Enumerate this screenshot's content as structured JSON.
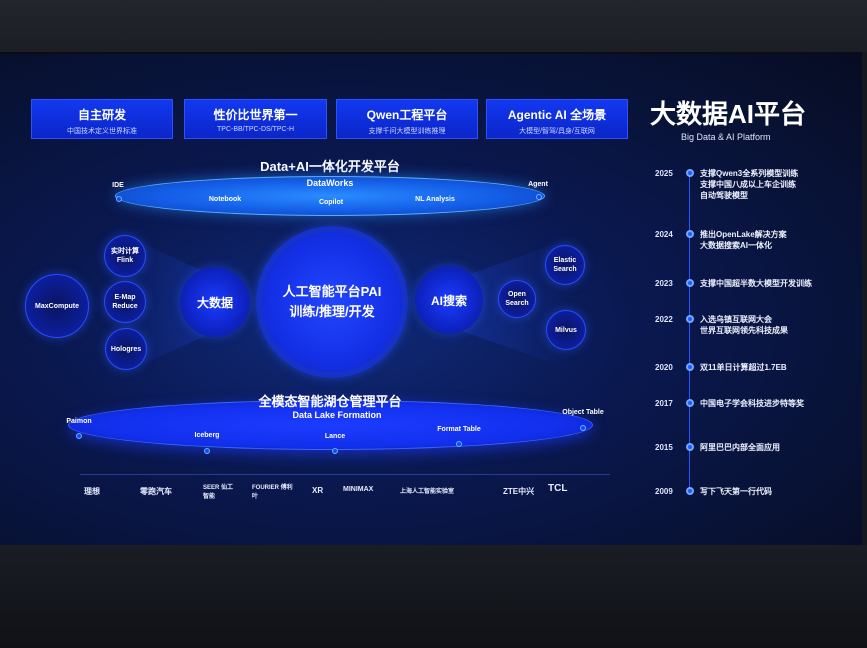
{
  "top_boxes": [
    {
      "title": "自主研发",
      "sub": "中国技术定义世界标准"
    },
    {
      "title": "性价比世界第一",
      "sub": "TPC-BB/TPC-DS/TPC-H"
    },
    {
      "title": "Qwen工程平台",
      "sub": "支撑千问大模型训练推理"
    },
    {
      "title": "Agentic AI 全场景",
      "sub": "大模型/智驾/具身/互联网"
    }
  ],
  "dev_platform": {
    "title": "Data+AI一体化开发平台",
    "name": "DataWorks",
    "items": [
      "IDE",
      "Notebook",
      "Copilot",
      "NL Analysis",
      "Agent"
    ]
  },
  "center": {
    "line1": "人工智能平台PAI",
    "line2": "训练/推理/开发"
  },
  "bigdata": {
    "label": "大数据",
    "items": [
      "MaxCompute",
      "实时计算 Flink",
      "E-Map Reduce",
      "Hologres"
    ]
  },
  "search": {
    "label": "AI搜索",
    "items": [
      "Elastic Search",
      "Open Search",
      "Milvus"
    ]
  },
  "lake": {
    "title": "全模态智能湖仓管理平台",
    "name": "Data Lake Formation",
    "items": [
      "Paimon",
      "Iceberg",
      "Lance",
      "Format Table",
      "Object Table"
    ]
  },
  "logos": [
    "理想",
    "零跑汽车",
    "SEER 仙工智能",
    "FOURIER 傅利叶",
    "XR",
    "MINIMAX",
    "上海人工智能实验室",
    "ZTE中兴",
    "TCL"
  ],
  "side": {
    "title": "大数据AI平台",
    "subtitle": "Big Data & AI Platform"
  },
  "timeline": [
    {
      "year": "2025",
      "text": [
        "支撑Qwen3全系列模型训练",
        "支撑中国八成以上车企训练",
        "自动驾驶模型"
      ]
    },
    {
      "year": "2024",
      "text": [
        "推出OpenLake解决方案",
        "大数据搜索AI一体化"
      ]
    },
    {
      "year": "2023",
      "text": [
        "支撑中国超半数大模型开发训练"
      ]
    },
    {
      "year": "2022",
      "text": [
        "入选乌镇互联网大会",
        "世界互联网领先科技成果"
      ]
    },
    {
      "year": "2020",
      "text": [
        "双11单日计算超过1.7EB"
      ]
    },
    {
      "year": "2017",
      "text": [
        "中国电子学会科技进步特等奖"
      ]
    },
    {
      "year": "2015",
      "text": [
        "阿里巴巴内部全面应用"
      ]
    },
    {
      "year": "2009",
      "text": [
        "写下飞天第一行代码"
      ]
    }
  ]
}
